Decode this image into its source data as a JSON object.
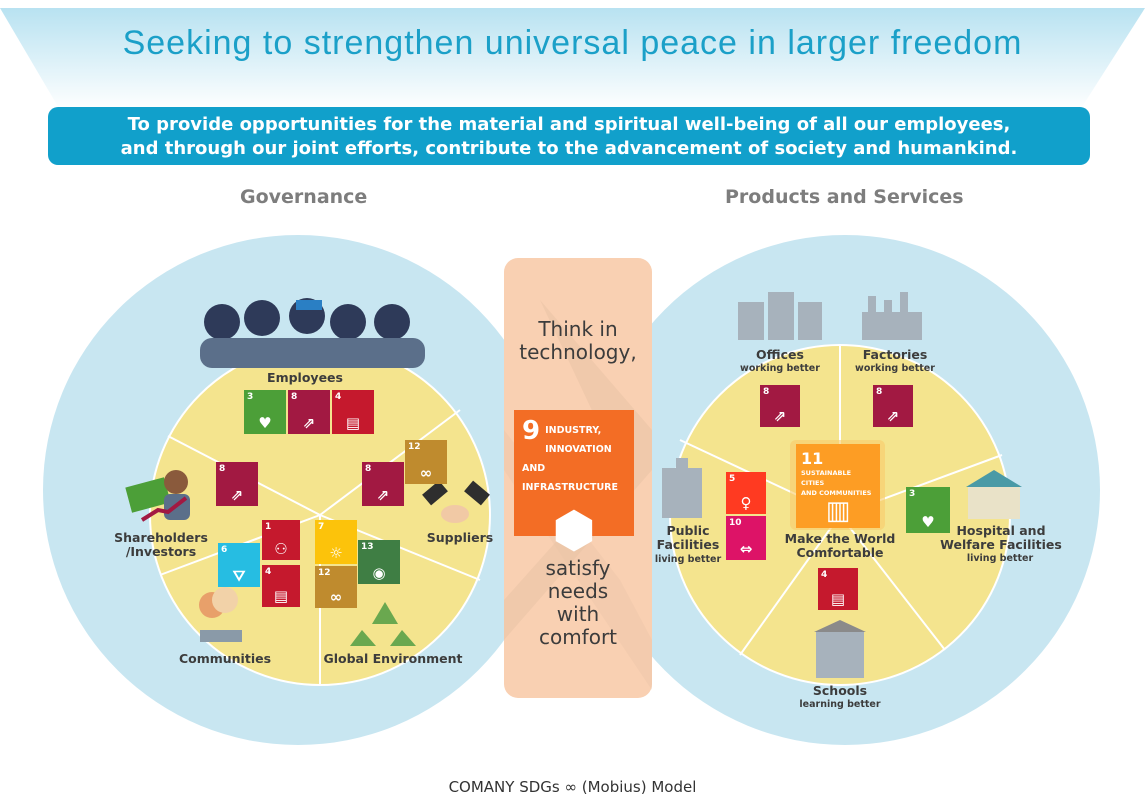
{
  "title": "Seeking to strengthen universal peace in larger freedom",
  "mission": {
    "line1": "To provide opportunities for the material and spiritual well-being of all our employees,",
    "line2": "and through our joint efforts, contribute to the advancement of society and humankind."
  },
  "left": {
    "heading": "Governance",
    "employees": "Employees",
    "shareholders": "Shareholders\n/Investors",
    "suppliers": "Suppliers",
    "communities": "Communities",
    "global_env": "Global Environment"
  },
  "center": {
    "top": "Think in\ntechnology,",
    "bottom": "satisfy\nneeds\nwith\ncomfort",
    "sdg9_number": "9",
    "sdg9_text": "INDUSTRY, INNOVATION\nAND INFRASTRUCTURE"
  },
  "right": {
    "heading": "Products and Services",
    "offices": "Offices",
    "offices_sub": "working better",
    "factories": "Factories",
    "factories_sub": "working better",
    "public": "Public\nFacilities",
    "public_sub": "living better",
    "hospital": "Hospital and\nWelfare Facilities",
    "hospital_sub": "living better",
    "make_world": "Make the World\nComfortable",
    "schools": "Schools",
    "schools_sub": "learning better",
    "sdg11_number": "11",
    "sdg11_text": "SUSTAINABLE CITIES\nAND COMMUNITIES"
  },
  "caption": "COMANY SDGs ∞ (Mobius) Model",
  "colors": {
    "accent": "#11a0cb",
    "circle_bg": "#c8e6f1",
    "wedge": "#f4e48e",
    "center_band": "#f9d0b2",
    "sdg3": "#4c9f38",
    "sdg4": "#c5192d",
    "sdg5": "#ff3a21",
    "sdg6": "#26bde2",
    "sdg7": "#fcc30b",
    "sdg8": "#a21942",
    "sdg9": "#f36d25",
    "sdg10": "#dd1367",
    "sdg11": "#fd9d24",
    "sdg12": "#bf8b2e",
    "sdg13": "#3f7e44"
  },
  "icons": [
    "people-icon",
    "office-building-icon",
    "factory-icon",
    "public-building-icon",
    "hospital-icon",
    "school-icon",
    "shareholder-icon",
    "handshake-icon",
    "speech-bubble-icon",
    "recycle-icon"
  ]
}
